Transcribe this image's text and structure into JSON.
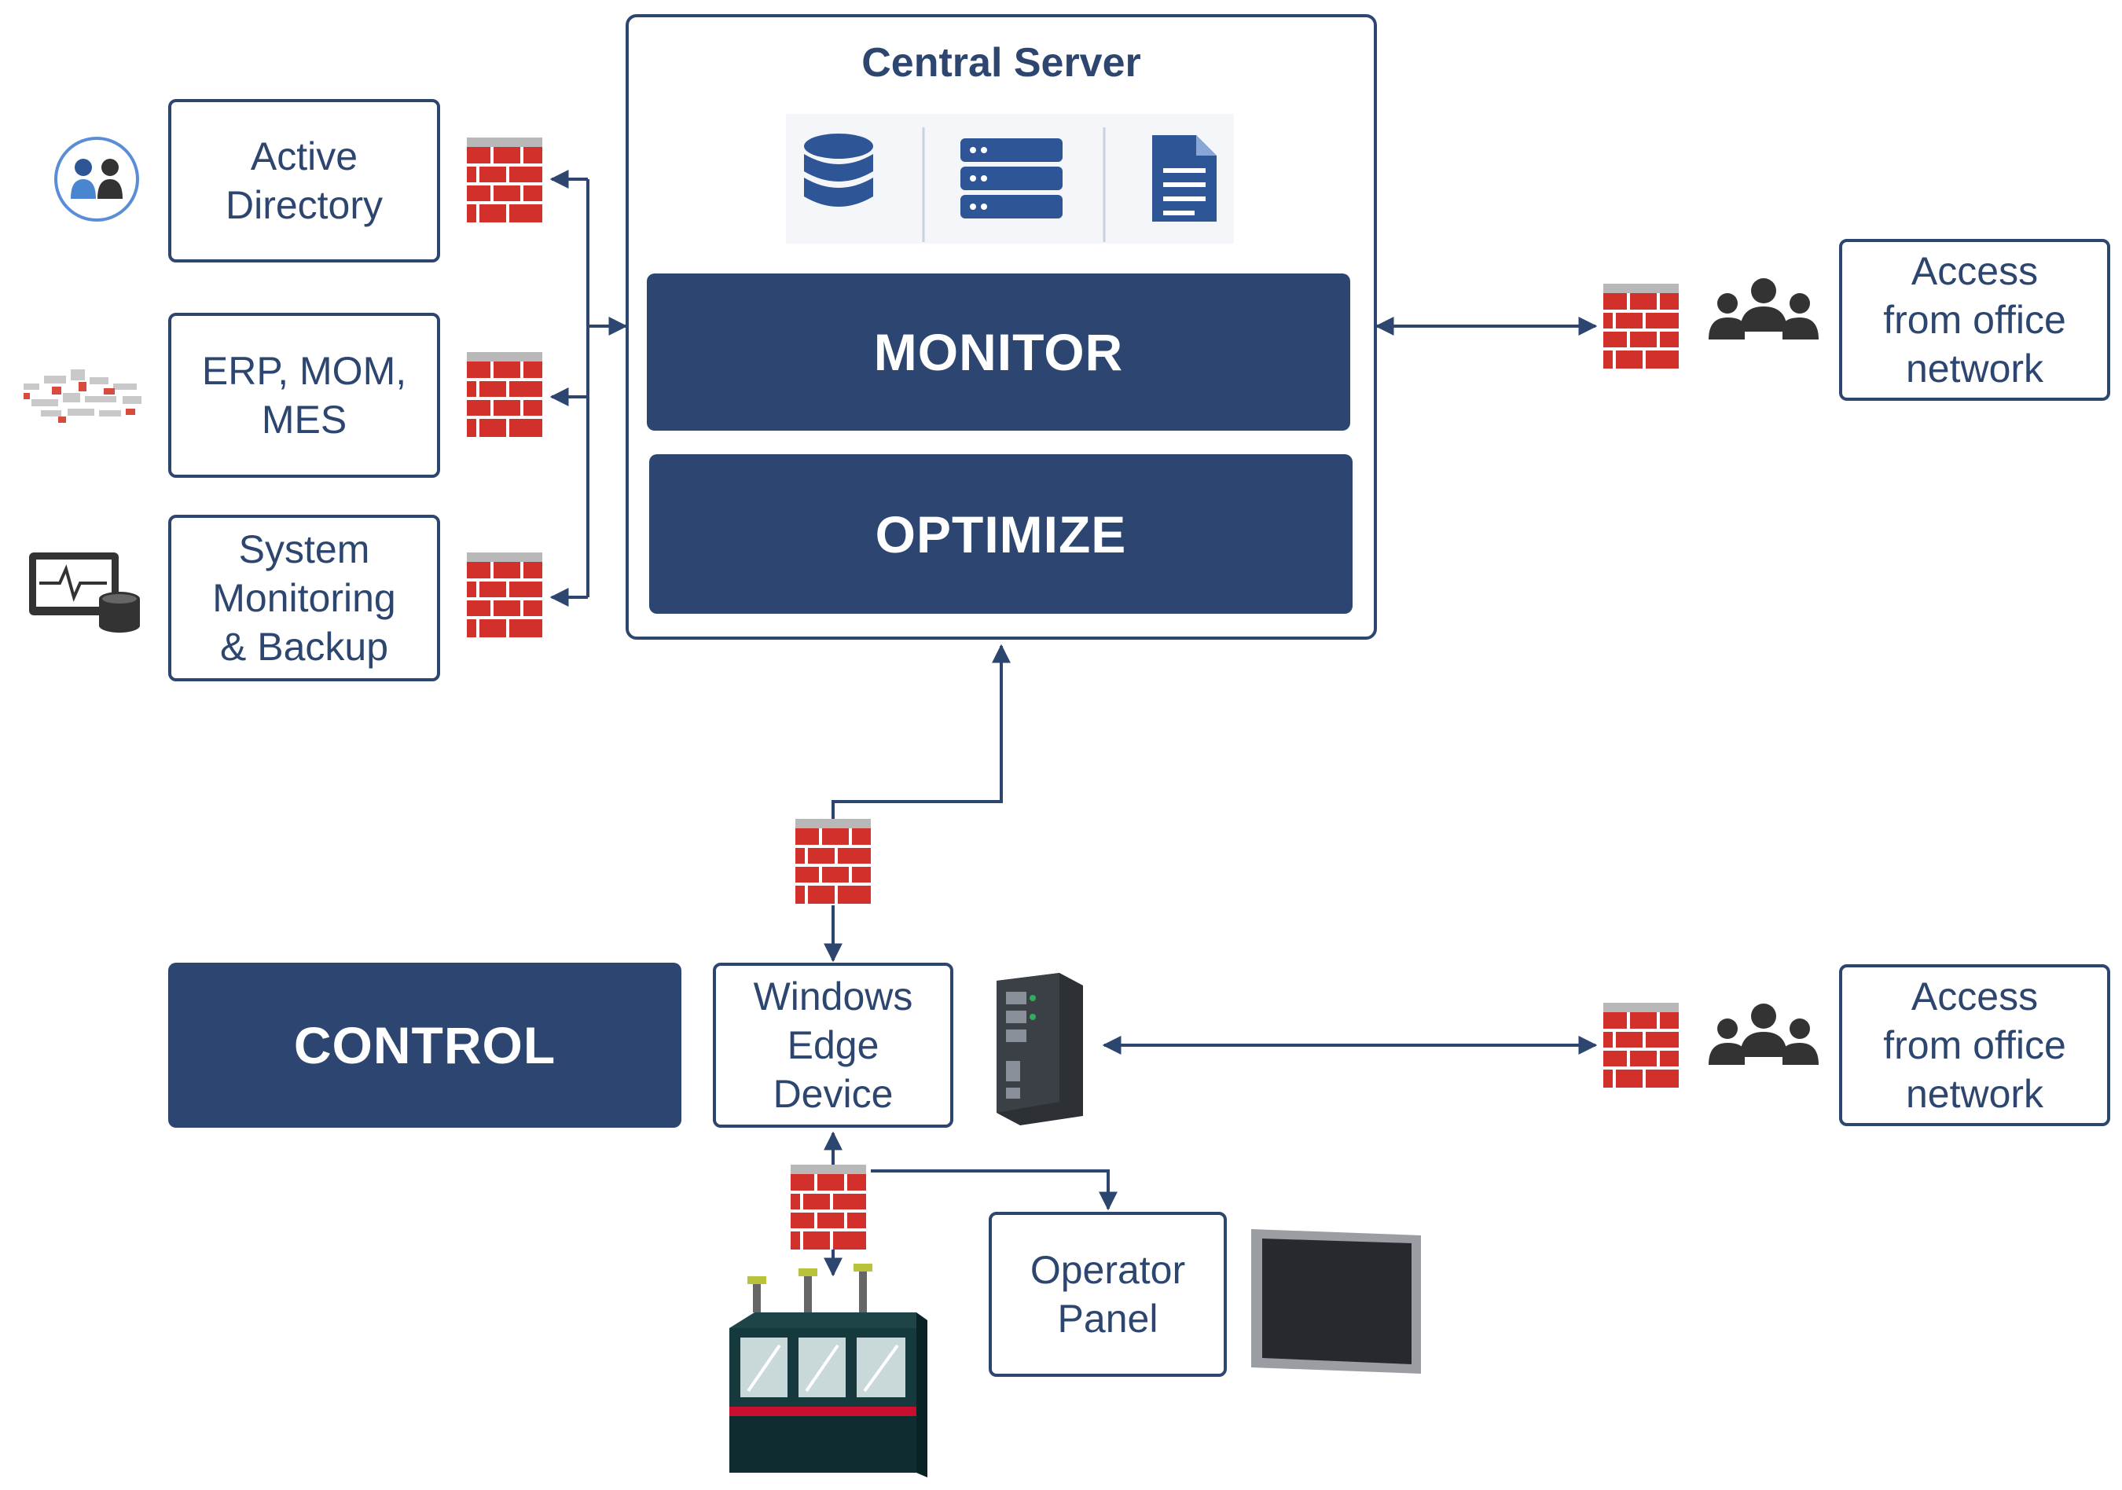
{
  "server": {
    "title": "Central Server",
    "monitor": "MONITOR",
    "optimize": "OPTIMIZE"
  },
  "left_boxes": {
    "active_directory": "Active\nDirectory",
    "erp": "ERP, MOM,\nMES",
    "monitoring": "System\nMonitoring\n& Backup"
  },
  "access_top": "Access\nfrom office\nnetwork",
  "access_bottom": "Access\nfrom office\nnetwork",
  "control": "CONTROL",
  "edge_device": "Windows\nEdge\nDevice",
  "operator_panel": "Operator\nPanel",
  "colors": {
    "navy": "#2c4671",
    "brick": "#d2302a",
    "icon_dark": "#333333",
    "server_icon_blue": "#2e5596"
  },
  "icons": [
    "users-icon",
    "data-cloud-icon",
    "monitor-backup-icon",
    "database-icon",
    "server-rack-icon",
    "document-icon",
    "people-icon",
    "firewall-icon",
    "edge-device-icon",
    "operator-panel-icon",
    "machine-icon"
  ]
}
